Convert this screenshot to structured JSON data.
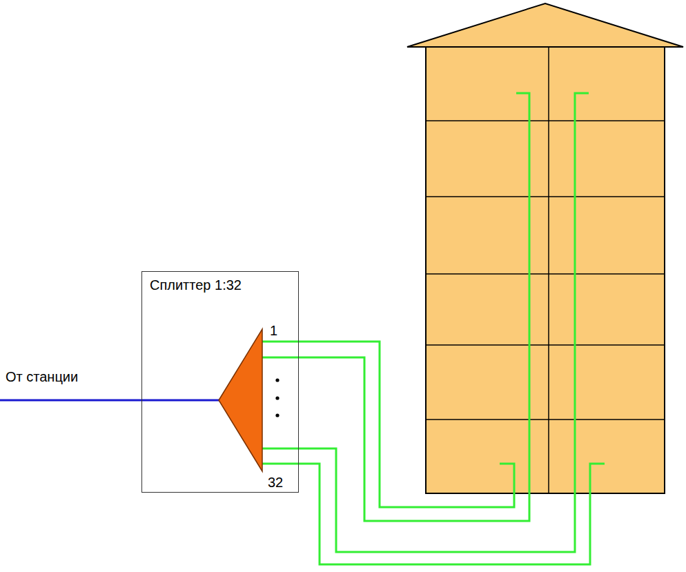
{
  "diagram": {
    "nodes": [
      {
        "text": [
          "Сплиттер 1:32"
        ]
      }
    ],
    "labels": [
      "От станции",
      "1",
      "32"
    ]
  }
}
